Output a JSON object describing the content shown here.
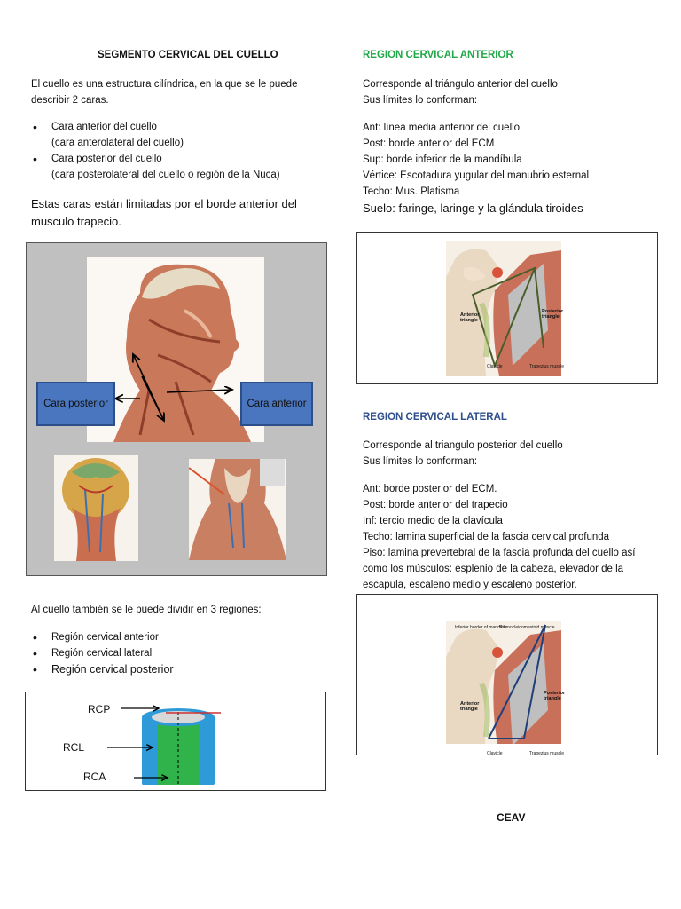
{
  "left": {
    "title": "SEGMENTO CERVICAL DEL CUELLO",
    "intro": "El cuello es una estructura cilíndrica, en la que se le puede describir 2 caras.",
    "faces": [
      {
        "label": "Cara anterior del cuello",
        "sub": "(cara anterolateral del cuello)"
      },
      {
        "label": "Cara posterior del cuello",
        "sub": "(cara posterolateral del cuello o región de la Nuca)"
      }
    ],
    "limits": "Estas  caras están limitadas por el borde anterior del musculo trapecio.",
    "figure": {
      "posterior_label": "Cara posterior",
      "anterior_label": "Cara anterior"
    },
    "regions_intro": "Al cuello también se le puede dividir en 3 regiones:",
    "regions": [
      "Región cervical anterior",
      "Región cervical lateral",
      "Región cervical posterior"
    ],
    "cylinder": {
      "rcp": "RCP",
      "rcl": "RCL",
      "rca": "RCA"
    }
  },
  "anterior": {
    "title": "REGION CERVICAL ANTERIOR",
    "lines": [
      "Corresponde al triángulo anterior del cuello",
      "Sus límites lo conforman:",
      "",
      "Ant: línea media anterior del cuello",
      "Post: borde anterior del ECM",
      "Sup: borde inferior de la mandíbula",
      "Vértice: Escotadura yugular del manubrio esternal",
      "Techo: Mus. Platisma"
    ],
    "floor": "Suelo: faringe, laringe y la glándula tiroides",
    "fig": {
      "posterior": "Posterior triangle",
      "anterior": "Anterior triangle",
      "clavicle": "Clavicle",
      "trapezius": "Trapezius muscle"
    }
  },
  "lateral": {
    "title": "REGION CERVICAL LATERAL",
    "lines": [
      "Corresponde al triangulo posterior del cuello",
      "Sus límites lo conforman:",
      "",
      "Ant: borde posterior del ECM.",
      "Post: borde anterior del trapecio",
      "Inf: tercio medio de la clavícula",
      "Techo: lamina superficial de la fascia cervical profunda",
      "Piso: lamina prevertebral de la fascia profunda del cuello así como los músculos: esplenio de la cabeza, elevador de la escapula, escaleno medio y escaleno posterior."
    ],
    "fig": {
      "top_left": "Inferior border of mandible",
      "top_right": "Sternocleidomastoid muscle",
      "posterior": "Posterior triangle",
      "anterior": "Anterior triangle",
      "clavicle": "Clavicle",
      "trapezius": "Trapezius muscle"
    }
  },
  "footer": "CEAV",
  "colors": {
    "green_title": "#22a84a",
    "blue_title": "#2e4f8c",
    "box_blue": "#4a76bf",
    "gray_panel": "#c0c0c0"
  }
}
